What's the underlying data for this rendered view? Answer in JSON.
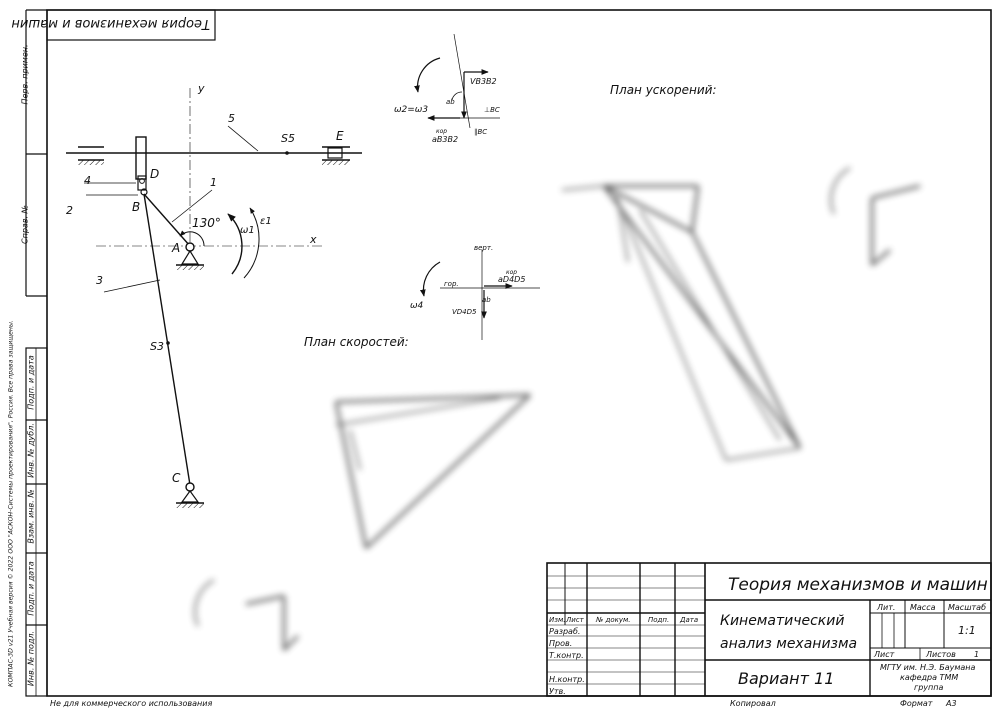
{
  "frame": {
    "header_title": "Теория механизмов и машин",
    "side_labels": {
      "perv_primen": "Перв. примен.",
      "sprav_no": "Справ. №",
      "podp_data_1": "Подп. и дата",
      "inv_dubl": "Инв. № дубл.",
      "vzam_inv": "Взам. инв. №",
      "podp_data_2": "Подп. и дата",
      "inv_podl": "Инв. № подл."
    },
    "license_note": "КОМПАС-3D v21 Учебная версия © 2022 ООО \"АСКОН-Системы проектирования\", Россия. Все права защищены.",
    "bottom_left": "Не для коммерческого использования",
    "bottom_copied": "Копировал",
    "bottom_format_label": "Формат",
    "bottom_format_value": "А3"
  },
  "mechanism": {
    "axis_x": "x",
    "axis_y": "y",
    "angle": "130°",
    "points": [
      "A",
      "B",
      "C",
      "D",
      "E",
      "S3",
      "S5"
    ],
    "link_labels": [
      "1",
      "2",
      "3",
      "4",
      "5"
    ],
    "omega1": "ω1",
    "eps1": "ε1"
  },
  "inset_top": {
    "omega": "ω2=ω3",
    "v_label": "VB3B2",
    "a_label": "aB3B2",
    "kor": "кор",
    "perp_bc": "⊥BC",
    "par_bc": "∥BC",
    "ab": "ab"
  },
  "inset_mid": {
    "vert": "верт.",
    "hor": "гор.",
    "omega": "ω4",
    "v_label": "VD4D5",
    "a_label": "aD4D5",
    "kor": "кор",
    "ab": "ab"
  },
  "plans": {
    "accelerations": "План ускорений:",
    "velocities": "План скоростей:"
  },
  "title_block": {
    "course": "Теория механизмов и машин",
    "doc_title_line1": "Кинематический",
    "doc_title_line2": "анализ механизма",
    "variant": "Вариант 11",
    "col_izm": "Изм.",
    "col_list": "Лист",
    "col_doc": "№ докум.",
    "col_podp": "Подп.",
    "col_data": "Дата",
    "row_razrab": "Разраб.",
    "row_prov": "Пров.",
    "row_tkontr": "Т.контр.",
    "row_nkontr": "Н.контр.",
    "row_utv": "Утв.",
    "lit": "Лит.",
    "massa": "Масса",
    "masshtab": "Масштаб",
    "scale_value": "1:1",
    "list_label": "Лист",
    "listov_label": "Листов",
    "listov_value": "1",
    "org_line1": "МГТУ им. Н.Э. Баумана",
    "org_line2": "кафедра ТММ",
    "org_line3": "группа"
  }
}
